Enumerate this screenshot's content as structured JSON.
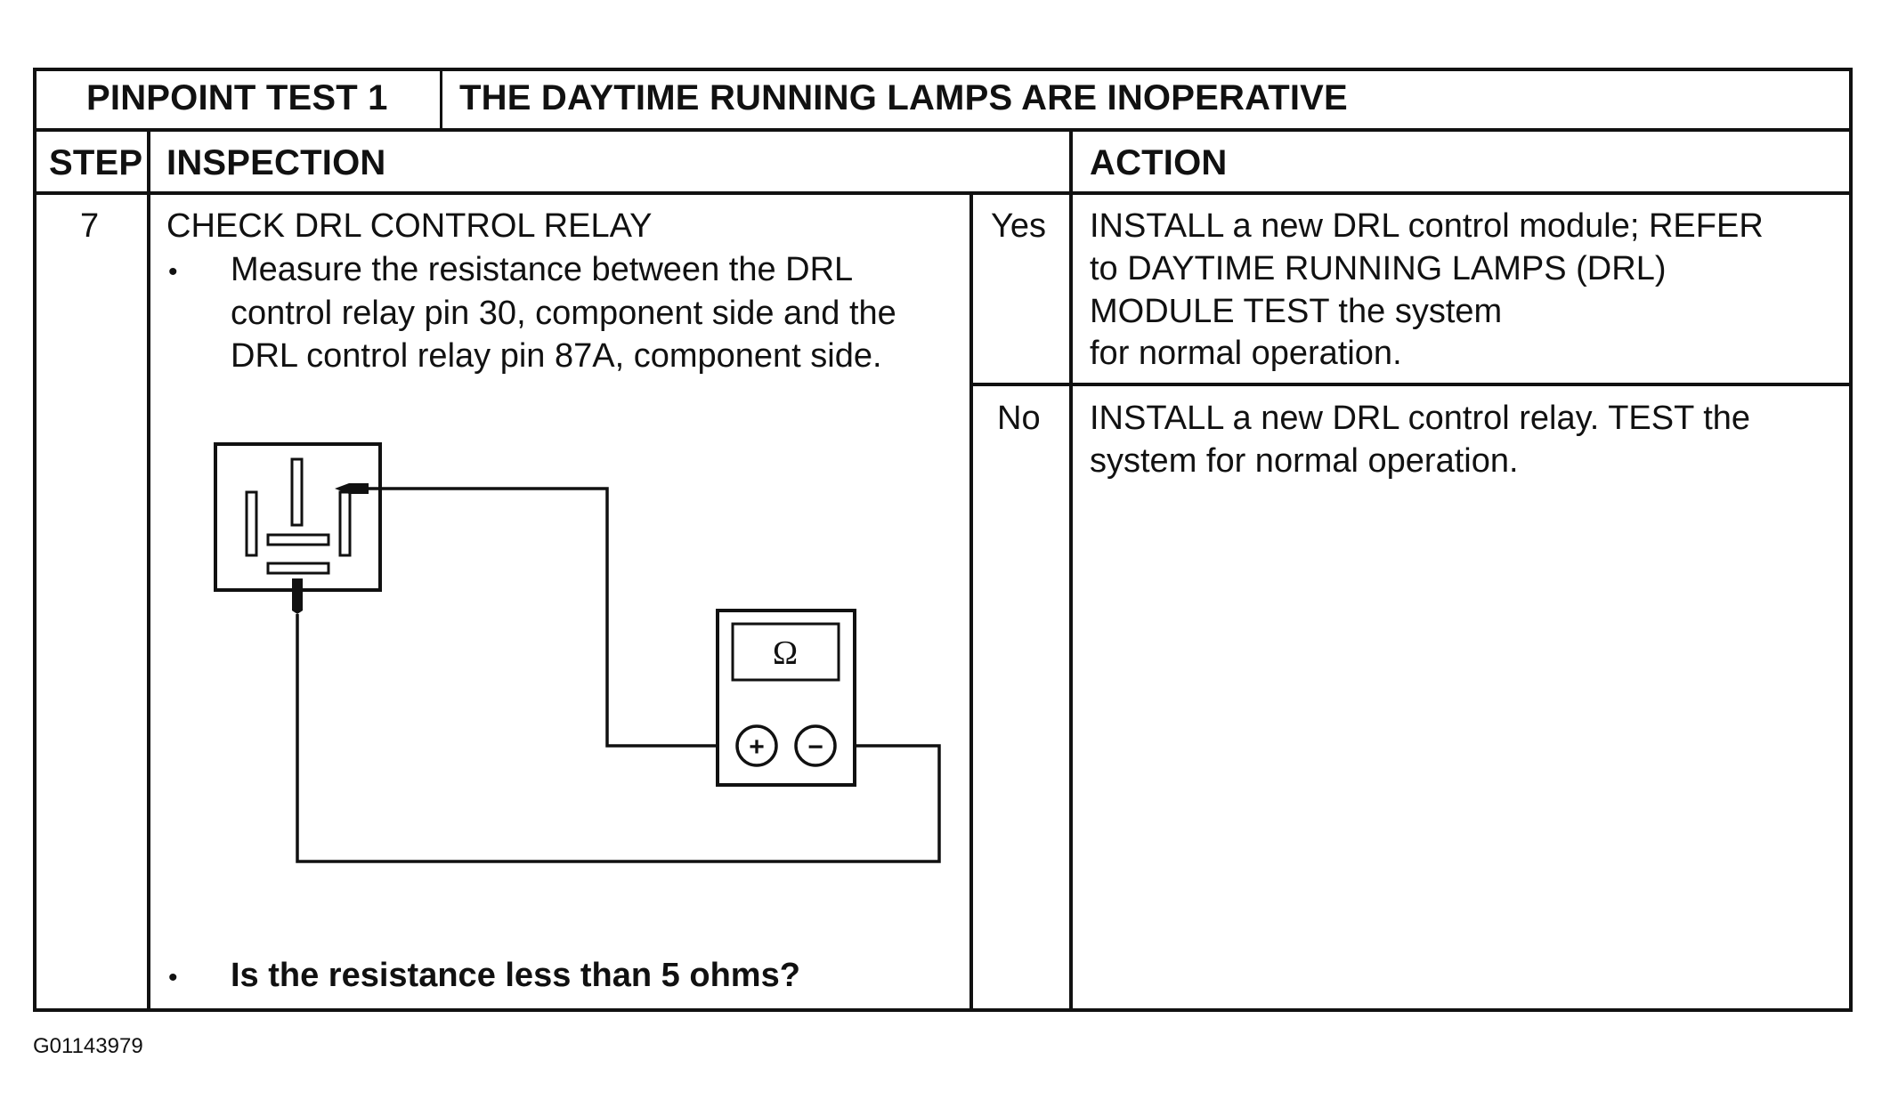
{
  "header": {
    "test_label": "PINPOINT TEST 1",
    "test_title": "THE DAYTIME RUNNING LAMPS ARE INOPERATIVE"
  },
  "columns": {
    "step": "STEP",
    "inspection": "INSPECTION",
    "action": "ACTION"
  },
  "row": {
    "step_number": "7",
    "inspection_title": "CHECK DRL CONTROL RELAY",
    "bullet_char": "•",
    "measure_lines": [
      "Measure the resistance between the DRL",
      "control relay pin 30, component side and the",
      "DRL control relay pin 87A, component side."
    ],
    "question": "Is the resistance less than 5 ohms?",
    "yes_label": "Yes",
    "yes_action_lines": [
      "INSTALL a new DRL control module; REFER",
      "to  DAYTIME RUNNING LAMPS (DRL)",
      "MODULE  TEST the system",
      "for normal operation."
    ],
    "no_label": "No",
    "no_action_lines": [
      "INSTALL a new DRL control relay.  TEST the",
      "system for normal operation."
    ]
  },
  "diagram": {
    "meter_symbol": "Ω",
    "plus_symbol": "+",
    "minus_symbol": "−"
  },
  "figure_id": "G01143979"
}
